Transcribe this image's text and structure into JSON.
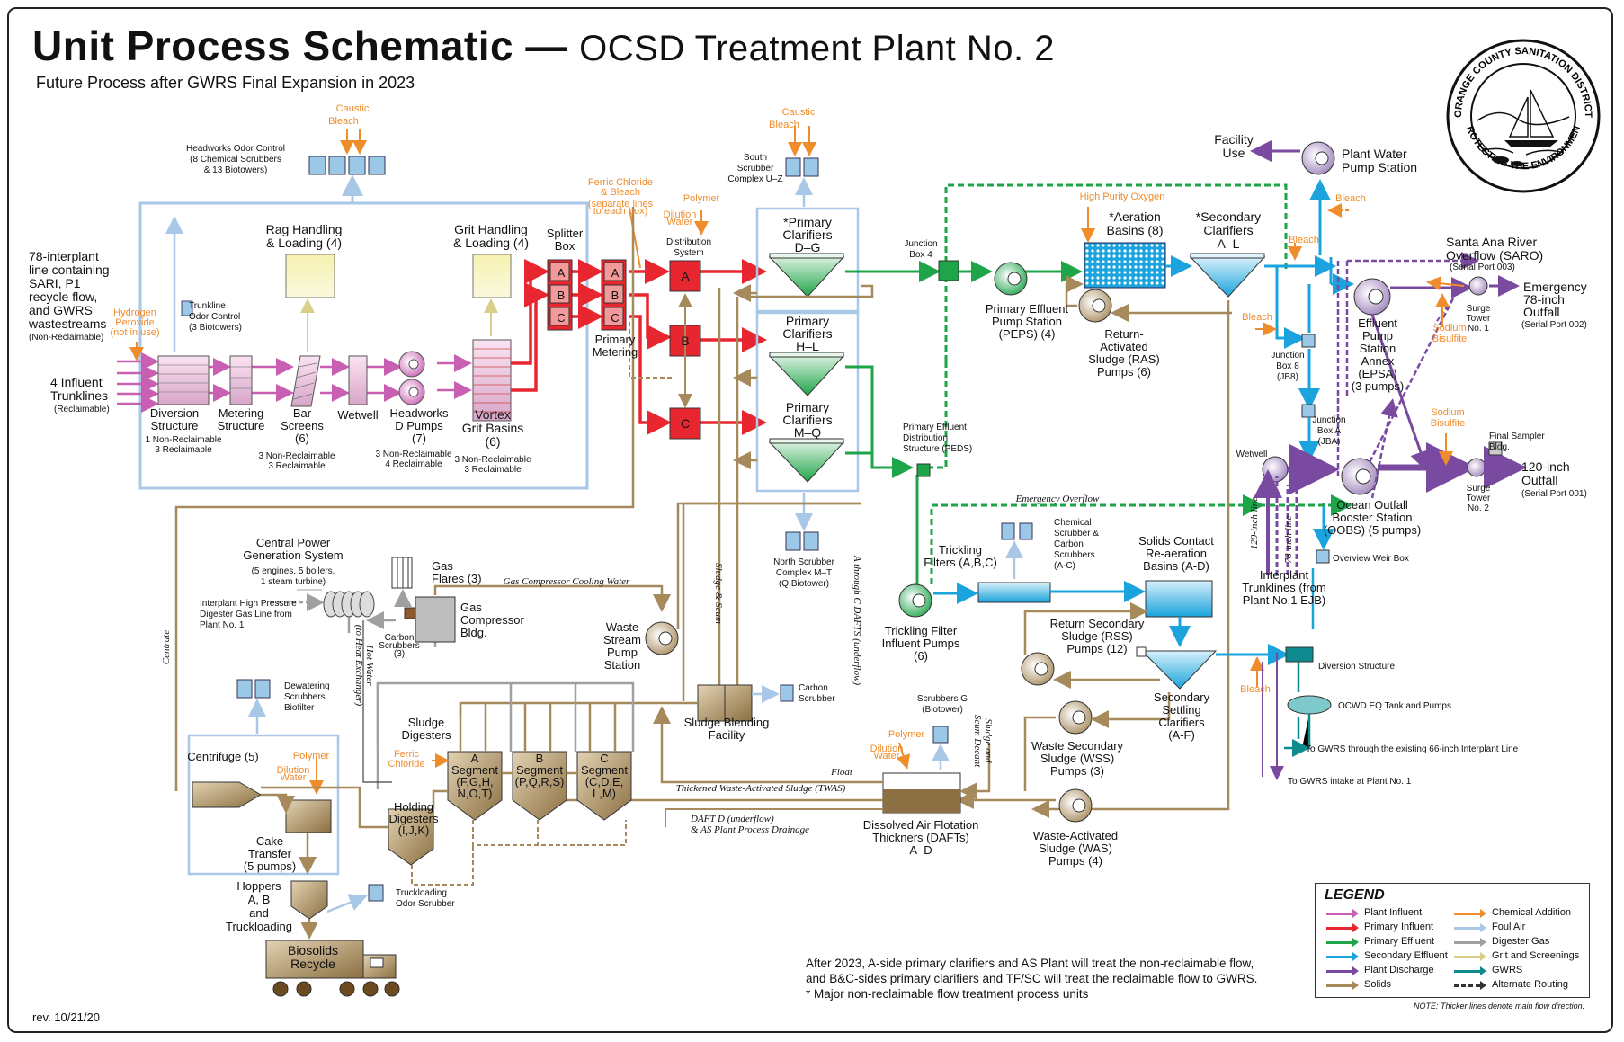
{
  "header": {
    "title_main": "Unit Process Schematic",
    "title_dash": "—",
    "title_sub": "OCSD Treatment Plant No. 2",
    "subtitle": "Future Process after GWRS Final Expansion in 2023"
  },
  "logo": {
    "text_top": "ORANGE COUNTY SANITATION DISTRICT",
    "text_bottom": "PROTECTING THE ENVIRONMENT"
  },
  "colors": {
    "plant_influent": "#c95fb3",
    "primary_influent": "#e8262f",
    "primary_effluent": "#1ea54a",
    "secondary_effluent": "#1aa3dc",
    "plant_discharge": "#7a4aa0",
    "solids": "#a68a5c",
    "chemical": "#ef8c2b",
    "foul_air": "#a9c7e6",
    "digester_gas": "#a0a0a0",
    "grit": "#d9cf8a",
    "gwrs": "#0f8a8e"
  },
  "labels": {
    "interplant_line": [
      "78-interplant",
      "line containing",
      "SARI, P1",
      "recycle flow,",
      "and GWRS",
      "wastestreams"
    ],
    "non_reclaimable": "(Non-Reclaimable)",
    "influent_trunklines": [
      "4 Influent",
      "Trunklines"
    ],
    "reclaimable": "(Reclaimable)",
    "hydrogen_peroxide": [
      "Hydrogen",
      "Peroxide",
      "(not in use)"
    ],
    "trunkline_odor": [
      "Trunkline",
      "Odor Control",
      "(3 Biotowers)"
    ],
    "diversion": [
      "Diversion",
      "Structure"
    ],
    "diversion_sub": [
      "1 Non-Reclaimable",
      "3 Reclaimable"
    ],
    "metering": [
      "Metering",
      "Structure"
    ],
    "bar_screens": [
      "Bar",
      "Screens",
      "(6)"
    ],
    "bar_sub": [
      "3 Non-Reclaimable",
      "3 Reclaimable"
    ],
    "wetwell": "Wetwell",
    "headworks_pumps": [
      "Headworks",
      "D Pumps",
      "(7)"
    ],
    "headworks_sub": [
      "3 Non-Reclaimable",
      "4 Reclaimable"
    ],
    "vortex": [
      "Vortex",
      "Grit Basins",
      "(6)"
    ],
    "vortex_sub": [
      "3 Non-Reclaimable",
      "3 Reclaimable"
    ],
    "headworks_odor": [
      "Headworks Odor Control",
      "(8 Chemical Scrubbers",
      "& 13 Biotowers)"
    ],
    "caustic": "Caustic",
    "bleach": "Bleach",
    "rag_handling": [
      "Rag Handling",
      "& Loading (4)"
    ],
    "grit_handling": [
      "Grit Handling",
      "& Loading (4)"
    ],
    "splitter_box": [
      "Splitter",
      "Box"
    ],
    "ferric_chloride": [
      "Ferric Chloride",
      "& Bleach"
    ],
    "ferric_note": [
      "(separate lines",
      "to each box)"
    ],
    "primary_metering": [
      "Primary",
      "Metering"
    ],
    "polymer": "Polymer",
    "dilution_water": [
      "Dilution",
      "Water"
    ],
    "distribution_system": [
      "Distribution",
      "System"
    ],
    "south_scrubber": [
      "South",
      "Scrubber",
      "Complex U–Z"
    ],
    "primary_dg": [
      "*Primary",
      "Clarifiers",
      "D–G"
    ],
    "primary_hl": [
      "Primary",
      "Clarifiers",
      "H–L"
    ],
    "primary_mq": [
      "Primary",
      "Clarifiers",
      "M–Q"
    ],
    "junction_box_4": [
      "Junction",
      "Box 4"
    ],
    "high_purity_oxygen": "High Purity Oxygen",
    "aeration_basins": [
      "*Aeration",
      "Basins (8)"
    ],
    "secondary_clarifiers": [
      "*Secondary",
      "Clarifiers",
      "A–L"
    ],
    "peps": [
      "Primary Effluent",
      "Pump Station",
      "(PEPS) (4)"
    ],
    "ras": [
      "Return-",
      "Activated",
      "Sludge (RAS)",
      "Pumps (6)"
    ],
    "facility_use": [
      "Facility",
      "Use"
    ],
    "plant_water": [
      "Plant Water",
      "Pump Station"
    ],
    "saro": [
      "Santa Ana River",
      "Overflow (SARO)"
    ],
    "saro_port": "(Serial Port 003)",
    "emergency_outfall": [
      "Emergency",
      "78-inch",
      "Outfall"
    ],
    "emergency_port": "(Serial Port 002)",
    "surge_1": [
      "Surge",
      "Tower",
      "No. 1"
    ],
    "epsa": [
      "Effluent",
      "Pump",
      "Station",
      "Annex",
      "(EPSA)",
      "(3 pumps)"
    ],
    "sodium_bisulfite": [
      "Sodium",
      "Bisulfite"
    ],
    "junction_box_8": [
      "Junction",
      "Box 8",
      "(JB8)"
    ],
    "junction_box_a": [
      "Junction",
      "Box A",
      "(JBA)"
    ],
    "final_sampler": [
      "Final Sampler",
      "Bldg."
    ],
    "outfall_120": [
      "120-inch",
      "Outfall"
    ],
    "outfall_port": "(Serial Port 001)",
    "surge_2": [
      "Surge",
      "Tower",
      "No. 2"
    ],
    "wetwell_2": "Wetwell",
    "oobs": [
      "Ocean Outfall",
      "Booster Station",
      "(OOBS) (5 pumps)"
    ],
    "peds": [
      "Primary Effluent",
      "Distribution",
      "Structure (PEDS)"
    ],
    "emergency_overflow": "Emergency Overflow",
    "north_scrubber": [
      "North Scrubber",
      "Complex M–T",
      "(Q Biotower)"
    ],
    "chemical_scrubber": [
      "Chemical",
      "Scrubber &",
      "Carbon",
      "Scrubbers",
      "(A-C)"
    ],
    "trickling_filters": [
      "Trickling",
      "Filters (A,B,C)"
    ],
    "solids_contact": [
      "Solids Contact",
      "Re-aeration",
      "Basins (A-D)"
    ],
    "interplant_trunklines": [
      "Interplant",
      "Trunklines (from",
      "Plant No.1 EJB)"
    ],
    "overview_weir": "Overview Weir Box",
    "tf_pumps": [
      "Trickling Filter",
      "Influent Pumps",
      "(6)"
    ],
    "rss": [
      "Return Secondary",
      "Sludge (RSS)",
      "Pumps (12)"
    ],
    "secondary_settling": [
      "Secondary",
      "Settling",
      "Clarifiers",
      "(A-F)"
    ],
    "diversion_structure": "Diversion Structure",
    "ocwd_eq": "OCWD EQ Tank and Pumps",
    "to_gwrs_66": "To GWRS through the existing 66-inch Interplant Line",
    "to_gwrs_intake": "To GWRS intake at Plant No. 1",
    "wss": [
      "Waste Secondary",
      "Sludge (WSS)",
      "Pumps (3)"
    ],
    "was": [
      "Waste-Activated",
      "Sludge (WAS)",
      "Pumps (4)"
    ],
    "central_power": [
      "Central Power",
      "Generation System"
    ],
    "central_power_sub": [
      "(5 engines, 5 boilers,",
      "1 steam turbine)"
    ],
    "gas_flares": [
      "Gas",
      "Flares (3)"
    ],
    "interplant_gas": [
      "Interplant High Pressure",
      "Digester Gas Line from",
      "Plant No. 1"
    ],
    "gas_compressor": [
      "Gas",
      "Compressor",
      "Bldg."
    ],
    "carbon_scrubbers_3": [
      "Carbon",
      "Scrubbers",
      "(3)"
    ],
    "gas_cooling": "Gas Compressor Cooling Water",
    "waste_stream": [
      "Waste",
      "Stream",
      "Pump",
      "Station"
    ],
    "dewatering": [
      "Dewatering",
      "Scrubbers",
      "Biofilter"
    ],
    "centrifuge": "Centrifuge (5)",
    "cake_transfer": [
      "Cake",
      "Transfer",
      "(5 pumps)"
    ],
    "hoppers": [
      "Hoppers",
      "A, B",
      "and",
      "Truckloading"
    ],
    "truckloading_odor": [
      "Truckloading",
      "Odor Scrubber"
    ],
    "biosolids": [
      "Biosolids",
      "Recycle"
    ],
    "sludge_digesters": [
      "Sludge",
      "Digesters"
    ],
    "segment_a": [
      "A",
      "Segment",
      "(F,G,H,",
      "N,O,T)"
    ],
    "segment_b": [
      "B",
      "Segment",
      "(P,Q,R,S)"
    ],
    "segment_c": [
      "C",
      "Segment",
      "(C,D,E,",
      "L,M)"
    ],
    "holding_digesters": [
      "Holding",
      "Digesters",
      "(I,J,K)"
    ],
    "ferric_chloride_2": [
      "Ferric",
      "Chloride"
    ],
    "sludge_blending": [
      "Sludge Blending",
      "Facility"
    ],
    "carbon_scrubber": [
      "Carbon",
      "Scrubber"
    ],
    "scrubbers_g": [
      "Scrubbers G",
      "(Biotower)"
    ],
    "dafts": [
      "Dissolved Air Flotation",
      "Thickners (DAFTs)",
      "A–D"
    ],
    "float": "Float",
    "twas": "Thickened Waste-Activated Sludge (TWAS)",
    "daft_d": [
      "DAFT D (underflow)",
      "& AS Plant Process Drainage"
    ],
    "centrate": "Centrate",
    "hot_water": [
      "Hot Water",
      "(to Heat Exchanger)"
    ],
    "sludge_scum": "Sludge & Scum",
    "a_through_c": "A through C DAFTS (underflow)",
    "sludge_scum_decant": [
      "Sludge and",
      "Scum Decant"
    ],
    "pipe_120": "120-inch line",
    "pipe_78": "78-inch line",
    "box_a": "A",
    "box_b": "B",
    "box_c": "C"
  },
  "legend": {
    "title": "LEGEND",
    "items": [
      {
        "label": "Plant Influent",
        "color": "#c95fb3"
      },
      {
        "label": "Primary Influent",
        "color": "#e8262f"
      },
      {
        "label": "Primary Effluent",
        "color": "#1ea54a"
      },
      {
        "label": "Secondary Effluent",
        "color": "#1aa3dc"
      },
      {
        "label": "Plant Discharge",
        "color": "#7a4aa0"
      },
      {
        "label": "Solids",
        "color": "#a68a5c"
      },
      {
        "label": "Chemical Addition",
        "color": "#ef8c2b"
      },
      {
        "label": "Foul Air",
        "color": "#a9c7e6"
      },
      {
        "label": "Digester Gas",
        "color": "#a0a0a0"
      },
      {
        "label": "Grit and Screenings",
        "color": "#d9cf8a"
      },
      {
        "label": "GWRS",
        "color": "#0f8a8e"
      },
      {
        "label": "Alternate Routing",
        "color": "#333333"
      }
    ]
  },
  "notes": {
    "after_2023": [
      "After 2023, A-side primary clarifiers and AS Plant will treat the non-reclaimable flow,",
      "and B&C-sides primary clarifiers and TF/SC will treat the reclaimable flow to GWRS.",
      "* Major non-reclaimable flow treatment process units"
    ],
    "thicker_lines": "NOTE: Thicker lines denote main flow direction.",
    "revision": "rev. 10/21/20"
  }
}
